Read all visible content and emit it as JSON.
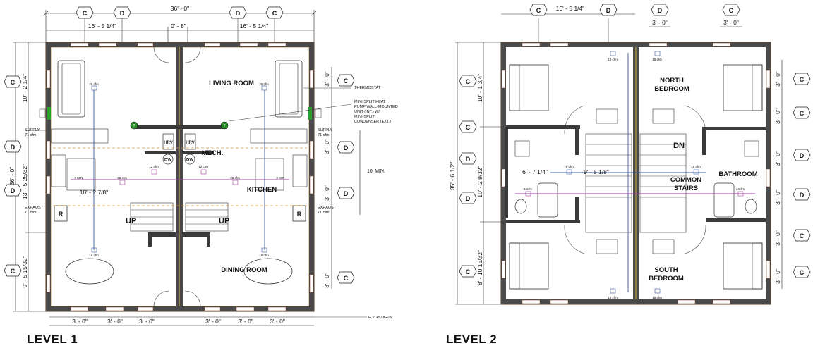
{
  "levels": [
    {
      "title": "LEVEL 1",
      "rooms": {
        "living": "LIVING ROOM",
        "mech": "MECH.",
        "kitchen": "KITCHEN",
        "dining": "DINING ROOM"
      },
      "top_dims": {
        "overall": "36' - 0\"",
        "left": "16' - 5 1/4\"",
        "mid": "0' - 8\"",
        "right": "16' - 5 1/4\""
      },
      "left_dims": {
        "overall": "36' - 0\"",
        "a": "10' - 2 1/4\"",
        "b": "13' - 5 25/32\"",
        "c": "9' - 5 15/32\""
      },
      "right_dims": {
        "a": "3' - 0\"",
        "b": "3' - 0\"",
        "c": "3' - 0\"",
        "d": "3' - 0\"",
        "min": "10' MIN."
      },
      "bottom_dims": [
        "3' - 0\"",
        "3' - 0\"",
        "3' - 0\"",
        "3' - 0\"",
        "3' - 0\"",
        "3' - 0\""
      ],
      "interior_dim": "10' - 2 7/8\"",
      "notes": {
        "thermostat": "THERMOSTAT",
        "minisplit": [
          "MINI-SPLIT HEAT",
          "PUMP WALL-MOUNTED",
          "UNIT (INT.) W/",
          "MINI-SPLIT",
          "CONDENSER (EXT.)"
        ],
        "ev": "E.V. PLUG-IN",
        "supply_l": [
          "SUPPLY",
          "71 cfm"
        ],
        "exhaust_l": [
          "EXHAUST",
          "71 cfm"
        ],
        "supply_r": [
          "SUPPLY",
          "71 cfm"
        ],
        "exhaust_r": [
          "EXHAUST",
          "71 cfm"
        ]
      },
      "equipment": {
        "hrv": "HRV",
        "dw": "DW",
        "up": "UP",
        "r": "R",
        "t": "T"
      },
      "cfm": {
        "c25": "25 cfm",
        "c12": "12 cfm",
        "c35": "35 cfm",
        "c16": "16 cfm",
        "c6": "6 MIN."
      }
    },
    {
      "title": "LEVEL 2",
      "rooms": {
        "north": [
          "NORTH",
          "BEDROOM"
        ],
        "stairs": [
          "COMMON",
          "STAIRS"
        ],
        "bath": "BATHROOM",
        "south": [
          "SOUTH",
          "BEDROOM"
        ],
        "dn": "DN"
      },
      "top_dims": {
        "left": "16' - 5 1/4\"",
        "a": "3' - 0\"",
        "b": "3' - 0\""
      },
      "left_dims": {
        "overall": "35' - 6 1/2\"",
        "a": "10' - 1 3/4\"",
        "b": "10' - 2 9/32\"",
        "c": "8' - 10 15/32\""
      },
      "right_dims": [
        "3' - 0\"",
        "3' - 0\"",
        "3' - 0\"",
        "3' - 0\"",
        "3' - 0\"",
        "3' - 0\""
      ],
      "interior_dims": {
        "a": "6' - 7 1/4\"",
        "b": "9' - 5 1/8\""
      },
      "cfm": {
        "c18": "18 cfm",
        "c16": "16 cfm",
        "c24": "24cfm"
      }
    }
  ],
  "grid_tags": {
    "c": "C",
    "d": "D"
  }
}
